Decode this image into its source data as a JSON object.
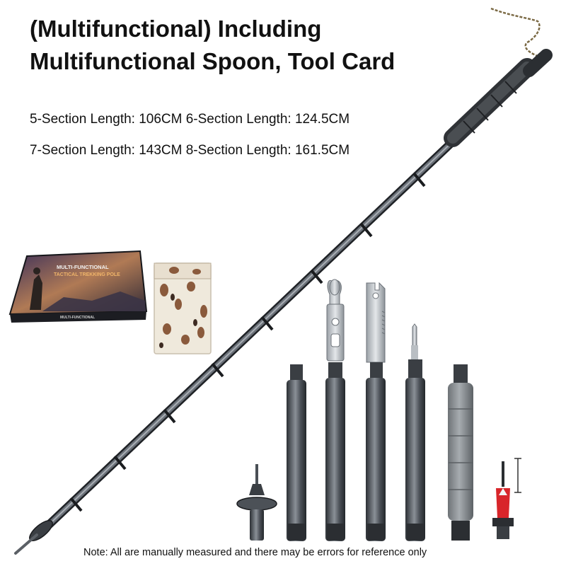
{
  "title": {
    "line1": "(Multifunctional) Including",
    "line2": "Multifunctional Spoon, Tool Card"
  },
  "specs": {
    "line1": "5-Section Length: 106CM 6-Section Length: 124.5CM",
    "line2": "7-Section Length: 143CM 8-Section Length: 161.5CM"
  },
  "box": {
    "line1": "MULTI-FUNCTIONAL",
    "line2": "TACTICAL TREKKING POLE",
    "bottom": "MULTI-FUNCTIONAL"
  },
  "note": "Note: All are manually measured and there may be errors for reference only",
  "colors": {
    "pole_metal": "#4a4f55",
    "grip_foam": "#3a3d40",
    "grip_gray": "#8d9296",
    "tip_red": "#d8252a",
    "box_dark": "#1c1d22"
  }
}
